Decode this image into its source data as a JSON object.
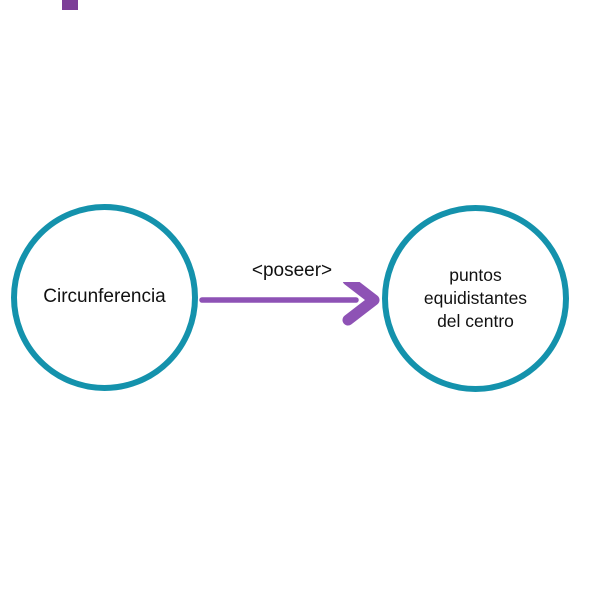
{
  "diagram": {
    "title": "",
    "nodes": [
      {
        "id": "circunferencia",
        "label": "Circunferencia"
      },
      {
        "id": "puntos-equidistantes",
        "label": "puntos\nequidistantes\ndel centro"
      }
    ],
    "edge": {
      "from": "circunferencia",
      "to": "puntos-equidistantes",
      "label": "<poseer>",
      "direction": "right"
    },
    "colors": {
      "node_border": "#1492ac",
      "arrow": "#8e52b5",
      "text": "#111111",
      "marker": "#7d3f98",
      "bg": "#ffffff"
    }
  }
}
